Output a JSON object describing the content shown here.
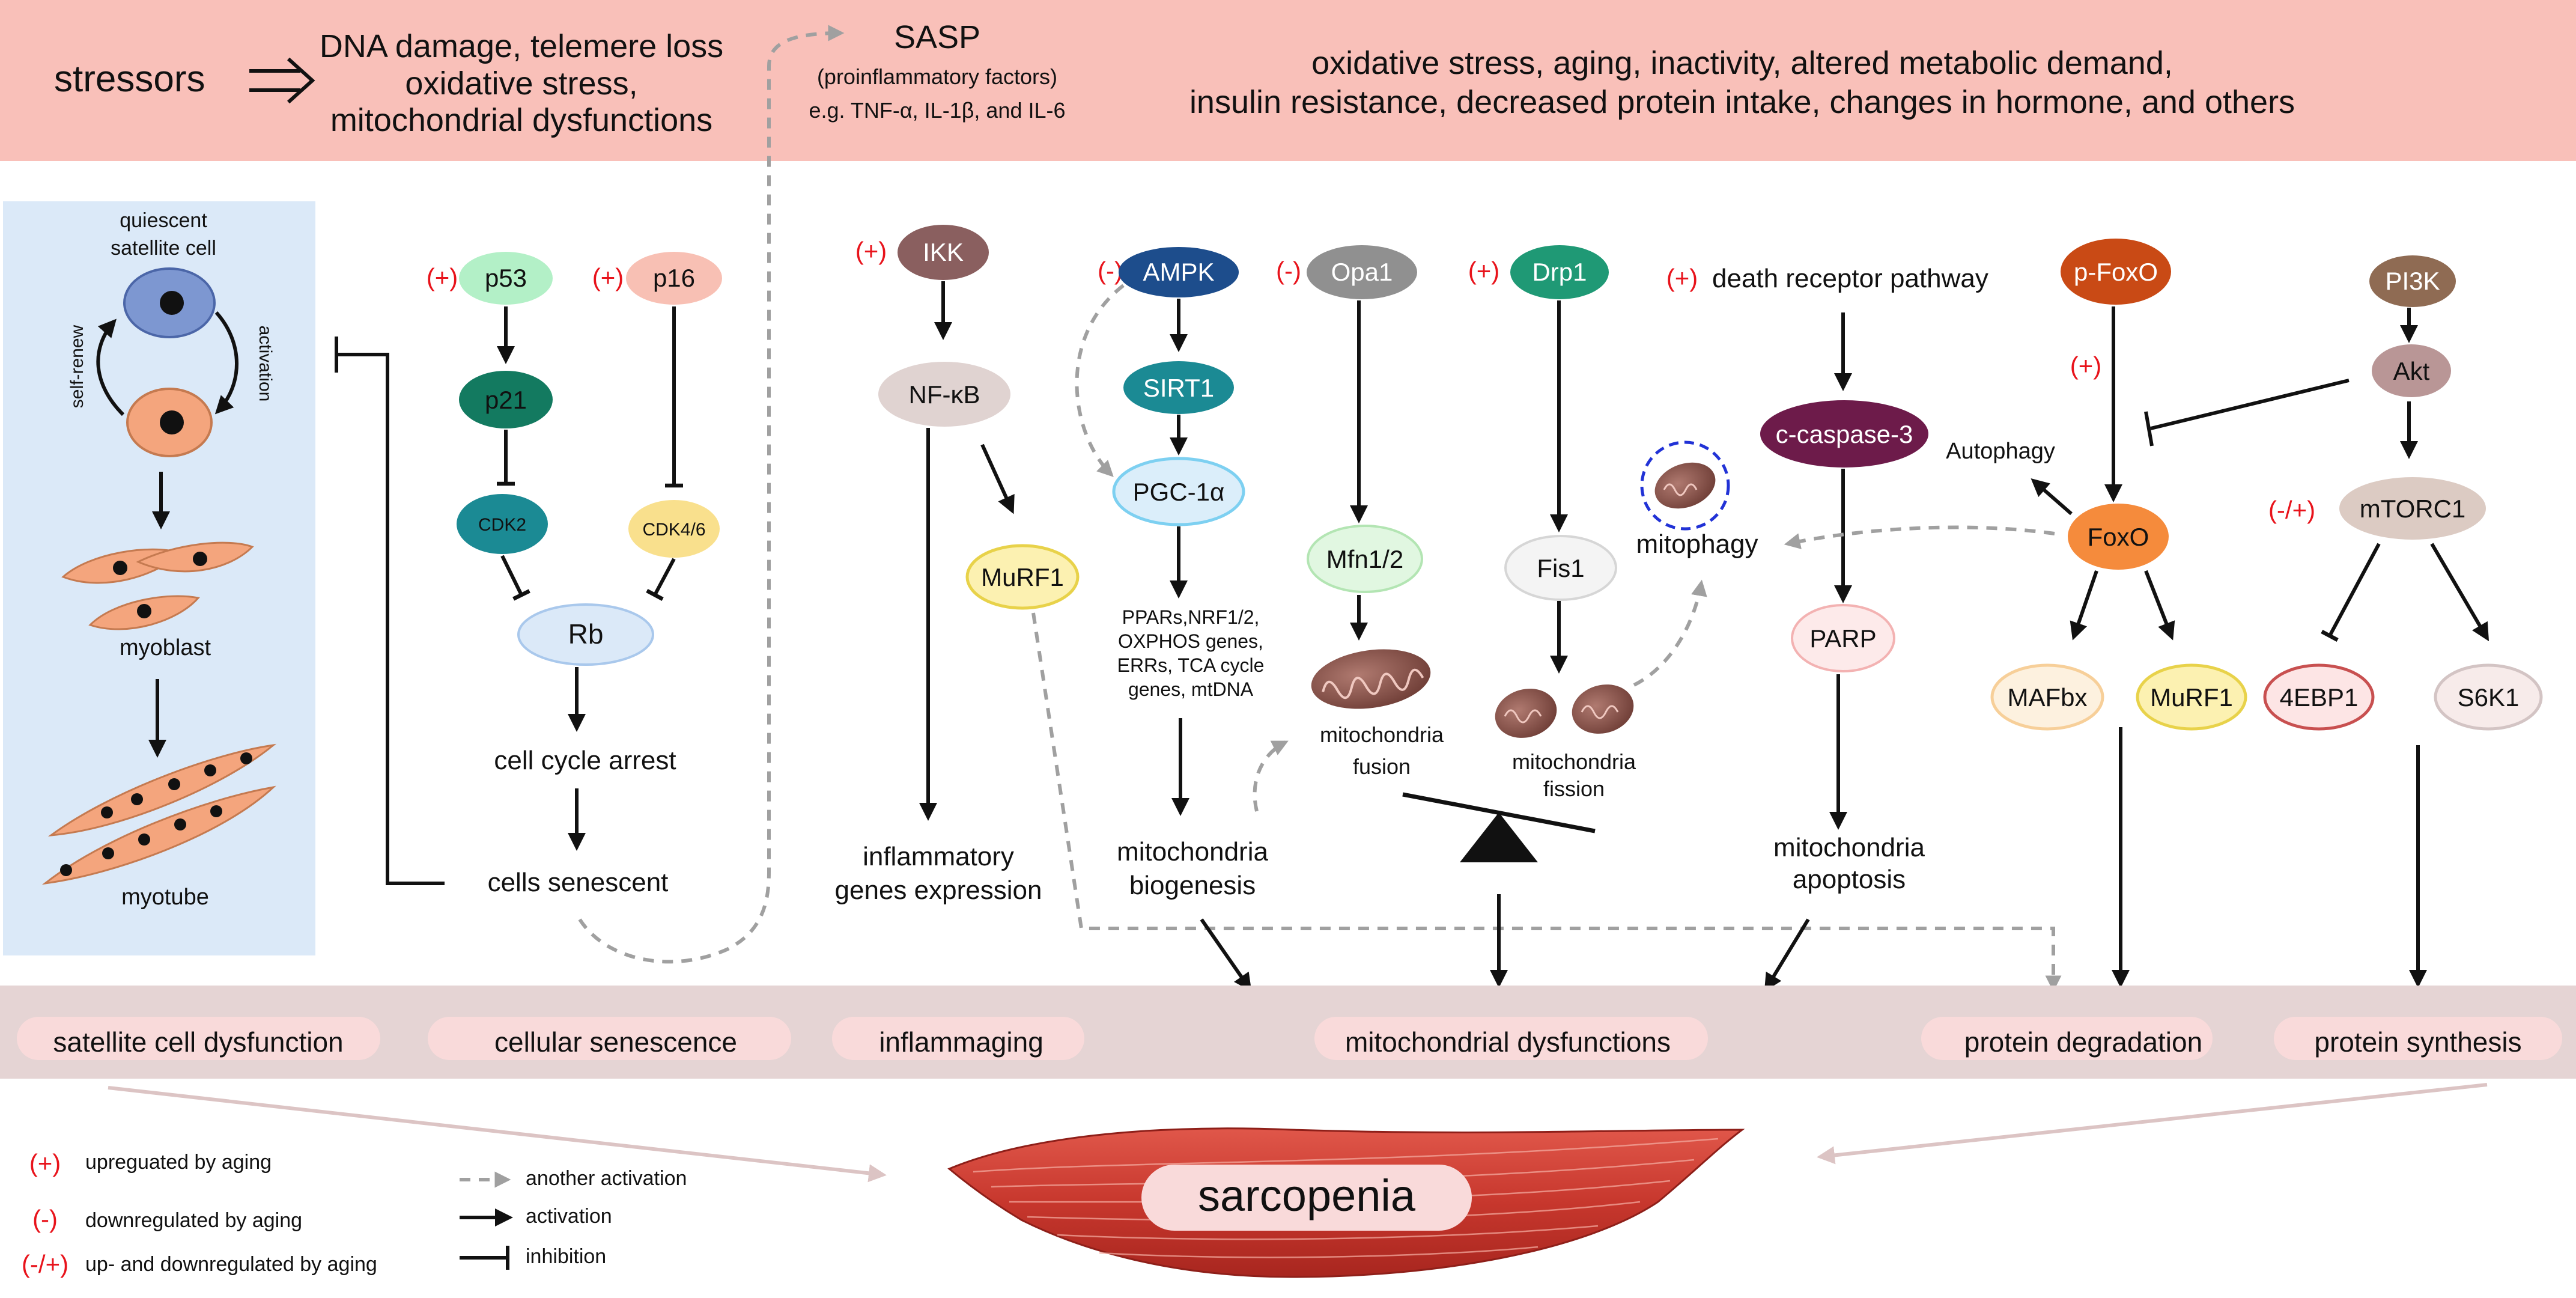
{
  "colors": {
    "top_band": "#f9c0b9",
    "left_panel": "#dbe9f8",
    "bottom_band": "#e5d4d4",
    "pill": "#f9dada",
    "upregulated_sign": "#e8131b",
    "muscle": "#d2453a"
  },
  "stressors": {
    "title": "stressors",
    "group1": [
      "DNA damage, telemere loss",
      "oxidative stress,",
      "mitochondrial dysfunctions"
    ],
    "sasp_title": "SASP",
    "sasp_sub1": "(proinflammatory factors)",
    "sasp_sub2": "e.g. TNF-α, IL-1β, and IL-6",
    "group2": [
      "oxidative stress, aging, inactivity, altered metabolic demand,",
      "insulin resistance, decreased protein intake, changes in hormone, and others"
    ]
  },
  "satellite": {
    "quiescent": [
      "quiescent",
      "satellite cell"
    ],
    "self_renew": "self-renew",
    "activation": "activation",
    "myoblast": "myoblast",
    "myotube": "myotube"
  },
  "senescence": {
    "p53": "p53",
    "p16": "p16",
    "p21": "p21",
    "cdk2": "CDK2",
    "cdk46": "CDK4/6",
    "rb": "Rb",
    "arrest": "cell cycle arrest",
    "senescent": "cells senescent"
  },
  "inflammation": {
    "ikk": "IKK",
    "nfkb": "NF-κB",
    "murf1": "MuRF1",
    "expression": [
      "inflammatory",
      "genes expression"
    ]
  },
  "mito": {
    "ampk": "AMPK",
    "sirt1": "SIRT1",
    "pgc": "PGC-1α",
    "targets": [
      "PPARs,NRF1/2,",
      "OXPHOS genes,",
      "ERRs, TCA cycle",
      "genes, mtDNA"
    ],
    "biogenesis": [
      "mitochondria",
      "biogenesis"
    ],
    "opa1": "Opa1",
    "mfn": "Mfn1/2",
    "fusion": [
      "mitochondria",
      "fusion"
    ],
    "drp1": "Drp1",
    "fis1": "Fis1",
    "fission": [
      "mitochondria",
      "fission"
    ],
    "mitophagy": "mitophagy"
  },
  "apoptosis": {
    "death_receptor": "death receptor pathway",
    "caspase": "c-caspase-3",
    "parp": "PARP",
    "apoptosis": [
      "mitochondria",
      "apoptosis"
    ]
  },
  "protein": {
    "pfoxo": "p-FoxO",
    "foxo": "FoxO",
    "autophagy": "Autophagy",
    "mafbx": "MAFbx",
    "murf1": "MuRF1",
    "pi3k": "PI3K",
    "akt": "Akt",
    "mtorc1": "mTORC1",
    "ebp1": "4EBP1",
    "s6k1": "S6K1"
  },
  "signs": {
    "up": "(+)",
    "down": "(-)",
    "updown": "(-/+)"
  },
  "outcomes": [
    "satellite cell dysfunction",
    "cellular senescence",
    "inflammaging",
    "mitochondrial dysfunctions",
    "protein degradation",
    "protein synthesis"
  ],
  "sarcopenia": "sarcopenia",
  "legend": {
    "up": "upreguated by aging",
    "down": "downregulated by aging",
    "updown": "up- and downregulated by aging",
    "another": "another activation",
    "activation": "activation",
    "inhibition": "inhibition"
  }
}
